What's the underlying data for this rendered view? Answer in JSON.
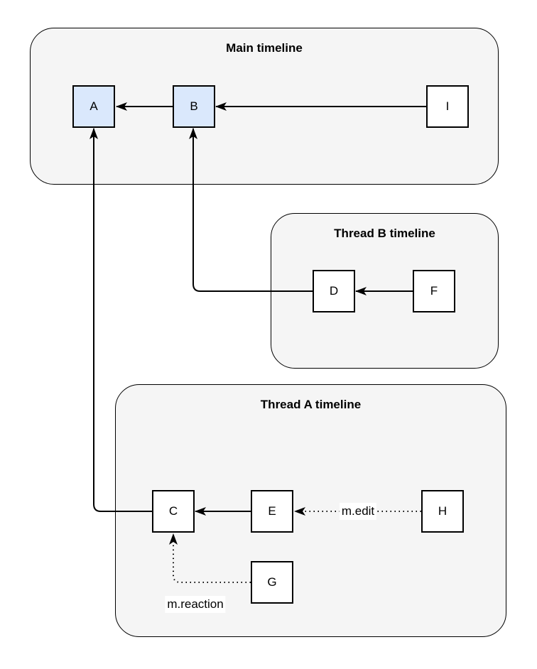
{
  "diagram": {
    "containers": {
      "main": {
        "title": "Main timeline"
      },
      "thread_b": {
        "title": "Thread B timeline"
      },
      "thread_a": {
        "title": "Thread A timeline"
      }
    },
    "nodes": {
      "a": {
        "label": "A",
        "timeline": "main",
        "highlighted": true
      },
      "b": {
        "label": "B",
        "timeline": "main",
        "highlighted": true
      },
      "i": {
        "label": "I",
        "timeline": "main",
        "highlighted": false
      },
      "d": {
        "label": "D",
        "timeline": "thread_b",
        "highlighted": false
      },
      "f": {
        "label": "F",
        "timeline": "thread_b",
        "highlighted": false
      },
      "c": {
        "label": "C",
        "timeline": "thread_a",
        "highlighted": false
      },
      "e": {
        "label": "E",
        "timeline": "thread_a",
        "highlighted": false
      },
      "h": {
        "label": "H",
        "timeline": "thread_a",
        "highlighted": false
      },
      "g": {
        "label": "G",
        "timeline": "thread_a",
        "highlighted": false
      }
    },
    "edges": [
      {
        "from": "B",
        "to": "A",
        "style": "solid",
        "label": ""
      },
      {
        "from": "I",
        "to": "B",
        "style": "solid",
        "label": ""
      },
      {
        "from": "F",
        "to": "D",
        "style": "solid",
        "label": ""
      },
      {
        "from": "D",
        "to": "B",
        "style": "solid",
        "label": ""
      },
      {
        "from": "E",
        "to": "C",
        "style": "solid",
        "label": ""
      },
      {
        "from": "C",
        "to": "A",
        "style": "solid",
        "label": ""
      },
      {
        "from": "H",
        "to": "E",
        "style": "dotted",
        "label": "m.edit"
      },
      {
        "from": "G",
        "to": "C",
        "style": "dotted",
        "label": "m.reaction"
      }
    ],
    "edge_labels": {
      "m_edit": "m.edit",
      "m_reaction": "m.reaction"
    },
    "colors": {
      "canvas_bg": "#ffffff",
      "container_fill": "#f5f5f5",
      "container_stroke": "#000000",
      "node_fill": "#ffffff",
      "node_fill_highlight": "#dae8fc",
      "node_stroke": "#000000",
      "edge": "#000000",
      "label_bg": "#ffffff"
    }
  }
}
